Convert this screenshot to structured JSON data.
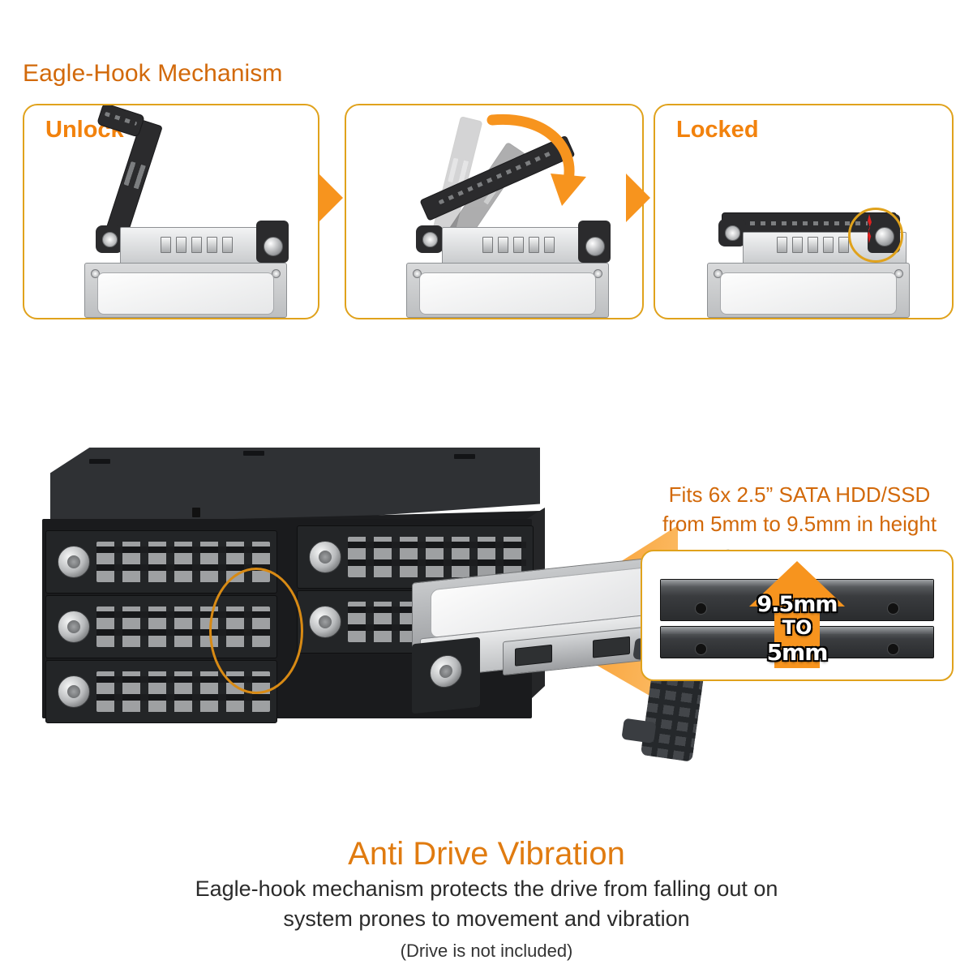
{
  "eagle_section": {
    "title": "Eagle-Hook Mechanism",
    "steps": [
      {
        "label": "Unlock",
        "icon": "hdd-tray-handle-open-icon"
      },
      {
        "label": "",
        "icon": "hdd-tray-handle-rotating-icon"
      },
      {
        "label": "Locked",
        "icon": "hdd-tray-handle-closed-icon"
      }
    ],
    "arrow_icon": "chevron-right-icon",
    "rotate_icon": "curved-arrow-down-icon",
    "highlight_icon": "lock-highlight-ellipse-icon"
  },
  "product": {
    "enclosure_icon": "six-bay-drive-enclosure-icon",
    "bay_count": 6,
    "tray_icon": "ejected-drive-tray-icon",
    "hook_circle_icon": "eagle-hook-highlight-circle-icon",
    "cone_icon": "orange-zoom-cone-icon"
  },
  "fits_callout": {
    "line1": "Fits 6x 2.5” SATA HDD/SSD",
    "line2": "from 5mm to 9.5mm in height",
    "badge": {
      "top": "9.5mm",
      "middle": "TO",
      "bottom": "5mm",
      "arrow_icon": "arrow-up-icon"
    },
    "ssd_icon": "stacked-ssd-drives-icon"
  },
  "bottom": {
    "title": "Anti Drive Vibration",
    "desc_line1": "Eagle-hook mechanism protects the drive from falling out on",
    "desc_line2": "system prones to movement and vibration",
    "disclaimer": "(Drive is not included)"
  },
  "colors": {
    "orange": "#F7941E",
    "orange_text": "#D2690A",
    "panel_border": "#E0A21C",
    "red_mark": "#E02020",
    "body_text": "#2B2B2B"
  }
}
